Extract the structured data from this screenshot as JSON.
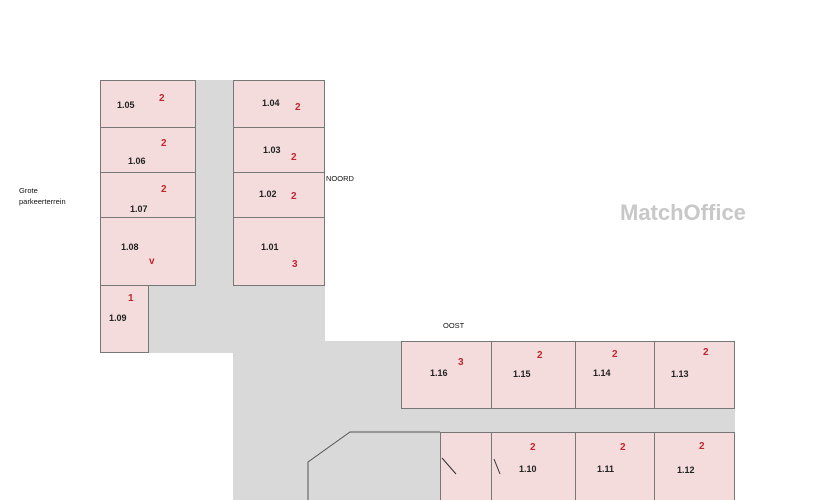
{
  "labels": {
    "parking": "Grote parkeerterrein",
    "north": "NOORD",
    "east": "OOST"
  },
  "watermark": "MatchOffice",
  "rooms": [
    {
      "code": "1.05",
      "count": "2"
    },
    {
      "code": "1.06",
      "count": "2"
    },
    {
      "code": "1.07",
      "count": "2"
    },
    {
      "code": "1.08",
      "count": "v"
    },
    {
      "code": "1.09",
      "count": "1"
    },
    {
      "code": "1.04",
      "count": "2"
    },
    {
      "code": "1.03",
      "count": "2"
    },
    {
      "code": "1.02",
      "count": "2"
    },
    {
      "code": "1.01",
      "count": "3"
    },
    {
      "code": "1.16",
      "count": "3"
    },
    {
      "code": "1.15",
      "count": "2"
    },
    {
      "code": "1.14",
      "count": "2"
    },
    {
      "code": "1.13",
      "count": "2"
    },
    {
      "code": "1.10",
      "count": "2"
    },
    {
      "code": "1.11",
      "count": "2"
    },
    {
      "code": "1.12",
      "count": "2"
    }
  ],
  "colors": {
    "room": "#f4dcdd",
    "corridor": "#d9d9d9",
    "count": "#c0272d"
  }
}
